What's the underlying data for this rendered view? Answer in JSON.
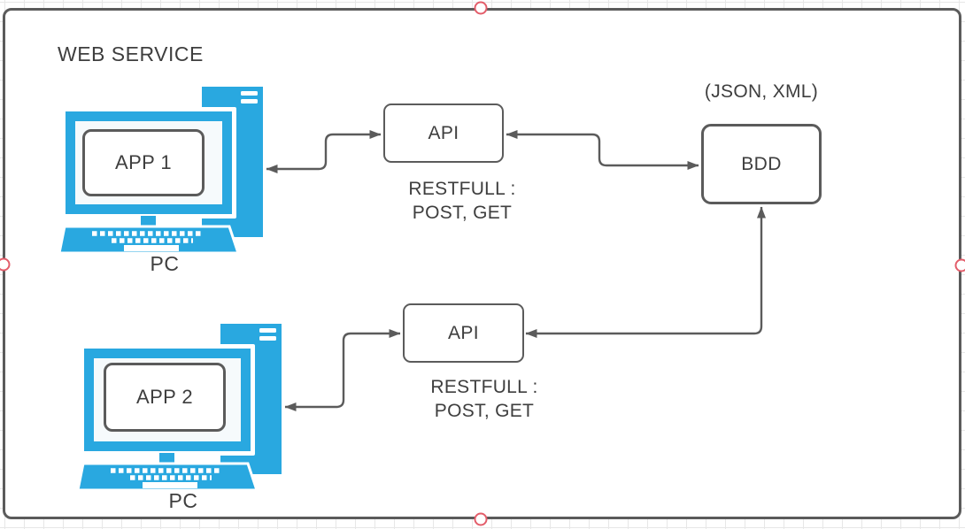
{
  "container": {
    "title": "WEB SERVICE"
  },
  "colors": {
    "accent": "#29a8e0",
    "stroke": "#5b5b5b",
    "text": "#3e3e3e",
    "connection_point": "#e35d6a",
    "grid": "#e7e7e7",
    "canvas": "#ffffff",
    "screen": "#f6fafc"
  },
  "nodes": {
    "pc1": {
      "app": "APP 1",
      "label": "PC"
    },
    "pc2": {
      "app": "APP 2",
      "label": "PC"
    },
    "api1": {
      "label": "API",
      "caption": [
        "RESTFULL :",
        "POST, GET"
      ]
    },
    "api2": {
      "label": "API",
      "caption": [
        "RESTFULL :",
        "POST, GET"
      ]
    },
    "bdd": {
      "label": "BDD",
      "caption": "(JSON, XML)"
    }
  },
  "connectors": [
    {
      "from": "pc1",
      "to": "api1",
      "bidirectional": true
    },
    {
      "from": "api1",
      "to": "bdd",
      "bidirectional": true
    },
    {
      "from": "pc2",
      "to": "api2",
      "bidirectional": true
    },
    {
      "from": "api2",
      "to": "bdd",
      "bidirectional": true
    }
  ]
}
